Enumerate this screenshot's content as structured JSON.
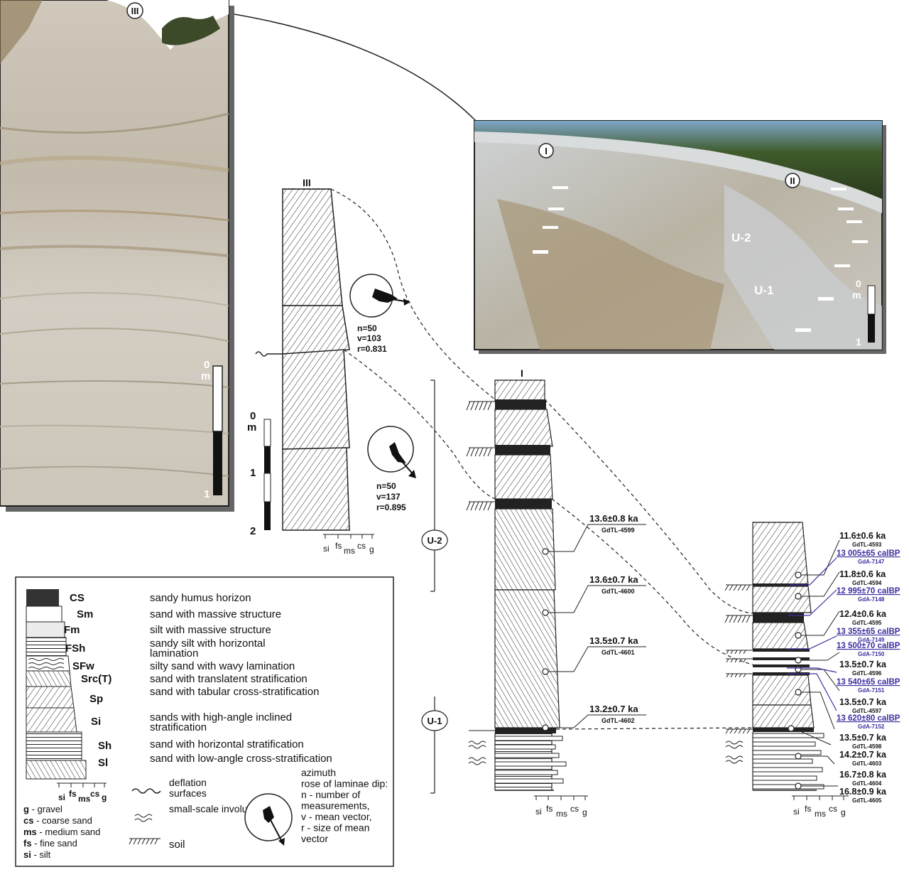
{
  "photos": {
    "left": {
      "marker": "III",
      "scale_top": "0",
      "scale_unit": "m",
      "scale_bottom": "1"
    },
    "right": {
      "marker_1": "I",
      "marker_2": "II",
      "unit_upper": "U-2",
      "unit_lower": "U-1",
      "scale_top": "0",
      "scale_unit": "m",
      "scale_bottom": "1"
    }
  },
  "sections": {
    "III": {
      "title": "III",
      "rose1": {
        "n": "n=50",
        "v": "v=103",
        "r": "r=0.831"
      },
      "rose2": {
        "n": "n=50",
        "v": "v=137",
        "r": "r=0.895"
      },
      "axis": [
        "si",
        "fs",
        "ms",
        "cs",
        "g"
      ]
    },
    "I": {
      "title": "I",
      "axis": [
        "si",
        "fs",
        "ms",
        "cs",
        "g"
      ],
      "ages": [
        {
          "age": "13.6±0.8 ka",
          "code": "GdTL-4599"
        },
        {
          "age": "13.6±0.7 ka",
          "code": "GdTL-4600"
        },
        {
          "age": "13.5±0.7 ka",
          "code": "GdTL-4601"
        },
        {
          "age": "13.2±0.7 ka",
          "code": "GdTL-4602"
        }
      ]
    },
    "II": {
      "title": "II",
      "axis": [
        "si",
        "fs",
        "ms",
        "cs",
        "g"
      ],
      "labels": [
        {
          "text": "11.6±0.6 ka",
          "code": "GdTL-4593",
          "kind": "tl"
        },
        {
          "text": "13 005±65 calBP",
          "code": "GdA-7147",
          "kind": "c14"
        },
        {
          "text": "11.8±0.6 ka",
          "code": "GdTL-4594",
          "kind": "tl"
        },
        {
          "text": "12 995±70 calBP",
          "code": "GdA-7148",
          "kind": "c14"
        },
        {
          "text": "12.4±0.6 ka",
          "code": "GdTL-4595",
          "kind": "tl"
        },
        {
          "text": "13 355±65 calBP",
          "code": "GdA-7149",
          "kind": "c14"
        },
        {
          "text": "13 500±70 calBP",
          "code": "GdA-7150",
          "kind": "c14"
        },
        {
          "text": "13.5±0.7 ka",
          "code": "GdTL-4596",
          "kind": "tl"
        },
        {
          "text": "13 540±65 calBP",
          "code": "GdA-7151",
          "kind": "c14"
        },
        {
          "text": "13.5±0.7 ka",
          "code": "GdTL-4597",
          "kind": "tl"
        },
        {
          "text": "13 620±80 calBP",
          "code": "GdA-7152",
          "kind": "c14"
        },
        {
          "text": "13.5±0.7 ka",
          "code": "GdTL-4598",
          "kind": "tl"
        },
        {
          "text": "14.2±0.7 ka",
          "code": "GdTL-4603",
          "kind": "tl"
        },
        {
          "text": "16.7±0.8 ka",
          "code": "GdTL-4604",
          "kind": "tl"
        },
        {
          "text": "16.8±0.9 ka",
          "code": "GdTL-4605",
          "kind": "tl"
        }
      ]
    }
  },
  "units": {
    "upper": "U-2",
    "lower": "U-1"
  },
  "scale_bar": {
    "zero": "0",
    "unit": "m",
    "one": "1",
    "two": "2"
  },
  "legend": {
    "facies": [
      {
        "code": "CS",
        "desc": "sandy humus horizon"
      },
      {
        "code": "Sm",
        "desc": "sand with massive structure"
      },
      {
        "code": "Fm",
        "desc": "silt with massive structure"
      },
      {
        "code": "FSh",
        "desc": "sandy silt with horizontal lamination"
      },
      {
        "code": "SFw",
        "desc": "silty sand with wavy lamination"
      },
      {
        "code": "Src(T)",
        "desc": "sand with translatent stratification"
      },
      {
        "code": "Sp",
        "desc": "sand with tabular cross-stratification"
      },
      {
        "code": "Si",
        "desc": "sands with high-angle inclined stratification"
      },
      {
        "code": "Sh",
        "desc": "sand with horizontal stratification"
      },
      {
        "code": "Sl",
        "desc": "sand with low-angle cross-stratification"
      }
    ],
    "axis": [
      "si",
      "fs",
      "ms",
      "cs",
      "g"
    ],
    "grain": [
      {
        "abbr": "g",
        "desc": " - gravel"
      },
      {
        "abbr": "cs",
        "desc": " - coarse sand"
      },
      {
        "abbr": "ms",
        "desc": " - medium sand"
      },
      {
        "abbr": "fs",
        "desc": " - fine sand"
      },
      {
        "abbr": "si",
        "desc": " - silt"
      }
    ],
    "symbols": {
      "deflation": "deflation surfaces",
      "involution": "small-scale involution",
      "soil": "soil",
      "rose": "azimuth rose of laminae dip: n - number of measurements, v - mean vector, r - size of mean vector"
    }
  },
  "colors": {
    "c14": "#3a2fa0",
    "soil": "#222222",
    "sand": "#ffffff"
  }
}
